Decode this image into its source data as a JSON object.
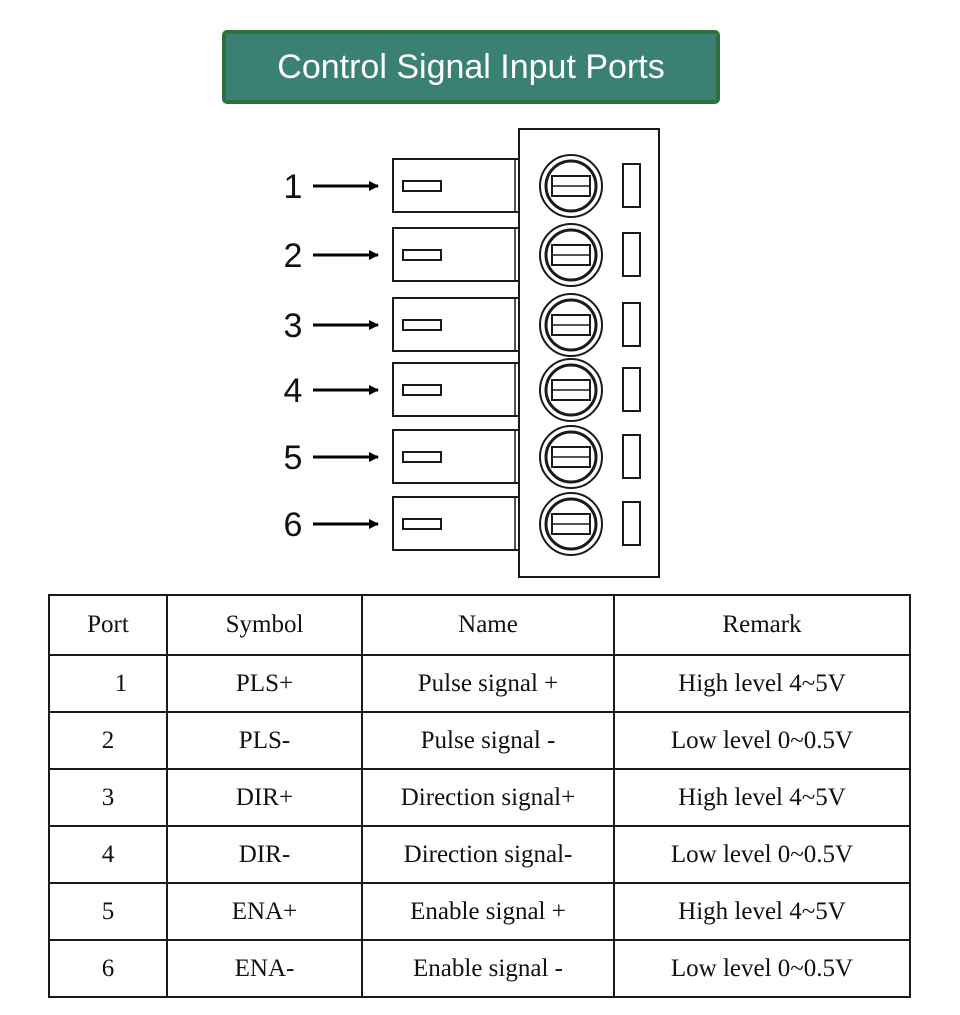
{
  "title": "Control Signal Input Ports",
  "colors": {
    "banner_fill": "#3a8073",
    "banner_border": "#2f6f40",
    "line": "#1a1a1a"
  },
  "connector": {
    "pin_labels": [
      "1",
      "2",
      "3",
      "4",
      "5",
      "6"
    ]
  },
  "table": {
    "headers": [
      "Port",
      "Symbol",
      "Name",
      "Remark"
    ],
    "rows": [
      [
        "1",
        "PLS+",
        "Pulse signal +",
        "High level 4~5V"
      ],
      [
        "2",
        "PLS-",
        "Pulse signal -",
        "Low level 0~0.5V"
      ],
      [
        "3",
        "DIR+",
        "Direction signal+",
        "High level 4~5V"
      ],
      [
        "4",
        "DIR-",
        "Direction signal-",
        "Low level 0~0.5V"
      ],
      [
        "5",
        "ENA+",
        "Enable signal +",
        "High level 4~5V"
      ],
      [
        "6",
        "ENA-",
        "Enable signal -",
        "Low level 0~0.5V"
      ]
    ]
  }
}
